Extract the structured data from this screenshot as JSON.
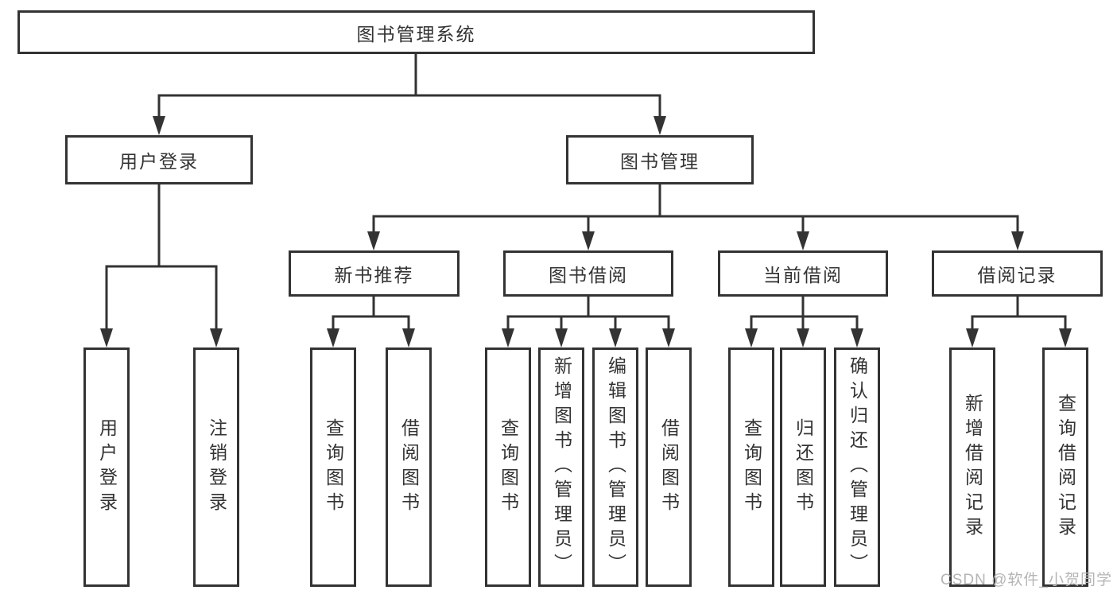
{
  "diagram": {
    "root": {
      "label": "图书管理系统"
    },
    "level2": [
      {
        "label": "用户登录"
      },
      {
        "label": "图书管理"
      }
    ],
    "level3": [
      {
        "label": "新书推荐"
      },
      {
        "label": "图书借阅"
      },
      {
        "label": "当前借阅"
      },
      {
        "label": "借阅记录"
      }
    ],
    "leaves": {
      "user_login": [
        "用户登录",
        "注销登录"
      ],
      "new_book_recommend": [
        "查询图书",
        "借阅图书"
      ],
      "book_borrow": [
        "查询图书",
        "新增图书（管理员）",
        "编辑图书（管理员）",
        "借阅图书"
      ],
      "current_borrow": [
        "查询图书",
        "归还图书",
        "确认归还（管理员）"
      ],
      "borrow_records": [
        "新增借阅记录",
        "查询借阅记录"
      ]
    }
  },
  "watermark": {
    "text": "CSDN @软件_小贺同学"
  },
  "colors": {
    "line": "#333333",
    "box_border": "#333333",
    "box_background": "#ffffff",
    "text": "#333333",
    "watermark": "#b5b5b5",
    "page_background": "#ffffff"
  }
}
